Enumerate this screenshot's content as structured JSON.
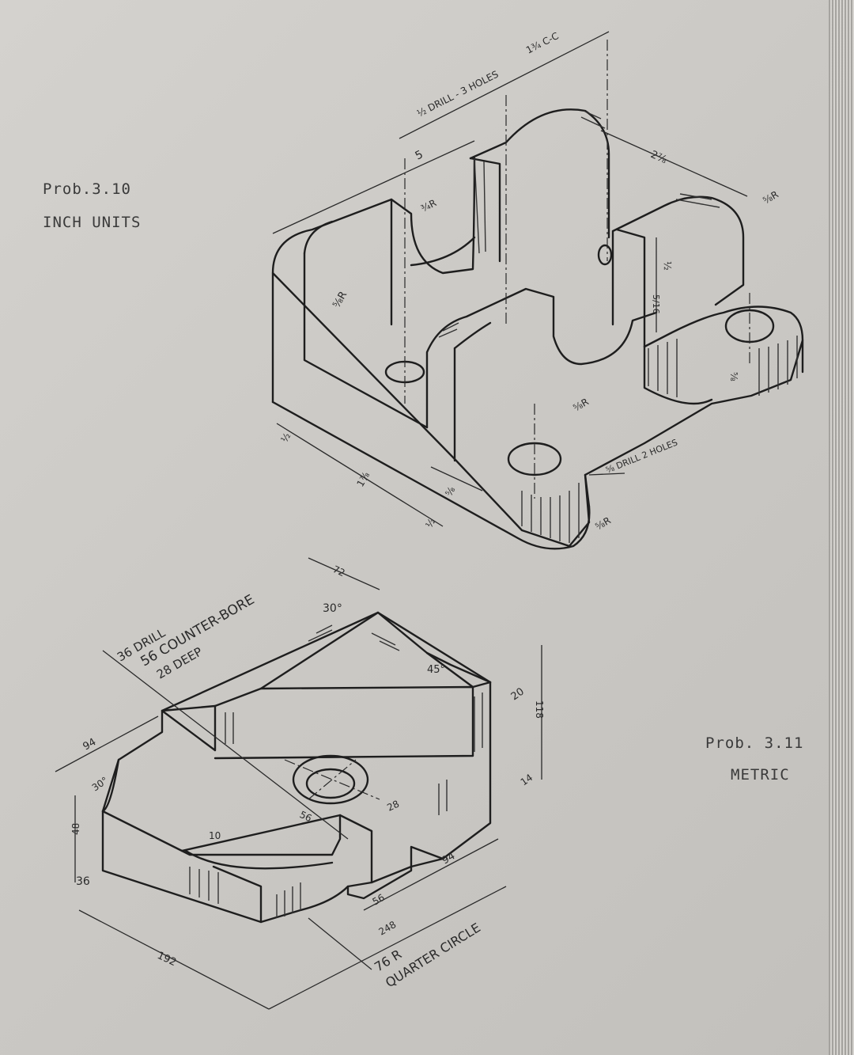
{
  "prob_3_10": {
    "title": "Prob.3.10",
    "units": "INCH UNITS",
    "dims": {
      "drill_note": "½ DRILL - 3 HOLES",
      "cc": "1¾ C-C",
      "five": "5",
      "two_seven_eighths": "2⅞",
      "r_3_4": "¾R",
      "r_5_8_left": "⅝R",
      "r_5_8_right_top": "⅝R",
      "one_half_top": "½",
      "five_sixteenths": "5/16",
      "five_eighths_side": "⅝",
      "r_5_8_mid": "⅝R",
      "drill_2_holes": "⅝ DRILL 2 HOLES",
      "r_5_8_bottom": "⅝R",
      "one_half_left": "½",
      "one_seven_eighths": "1⅞",
      "five_eighths_bottom": "⅝",
      "one_half_bottom": "½"
    }
  },
  "prob_3_11": {
    "title": "Prob. 3.11",
    "units": "METRIC",
    "dims": {
      "drill": "36 DRILL",
      "counter_bore": "56 COUNTER-BORE",
      "deep": "28 DEEP",
      "d72": "72",
      "a30_top": "30°",
      "a45": "45°",
      "d20": "20",
      "d118": "118",
      "d14": "14",
      "d94_left": "94",
      "a30_left": "30°",
      "d48": "48",
      "d36": "36",
      "d10": "10",
      "d56_mid": "56",
      "d28": "28",
      "d94_bottom": "94",
      "d56_bottom": "56",
      "d248": "248",
      "d192": "192",
      "r76": "76 R",
      "quarter": "QUARTER CIRCLE"
    }
  }
}
